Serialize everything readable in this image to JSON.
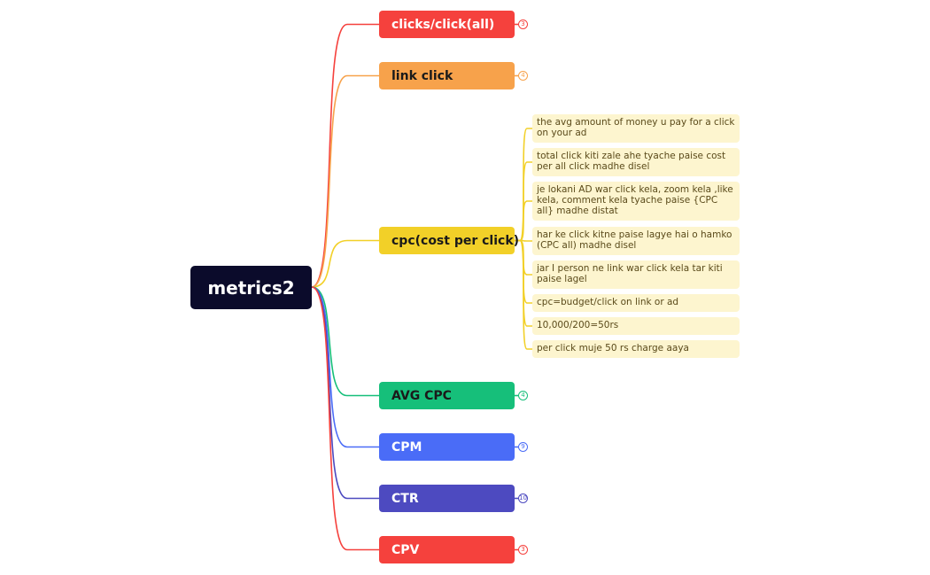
{
  "root": {
    "label": "metrics2"
  },
  "colors": {
    "red": "#f5413d",
    "orange": "#f7a24b",
    "yellow": "#f2d028",
    "green": "#16bf7a",
    "blue": "#4a6cf7",
    "indigo": "#4d4ac0",
    "root_bg": "#0b0b2b",
    "note_bg": "#fdf5cf"
  },
  "branches": [
    {
      "label": "clicks/click(all)",
      "count": "3",
      "color": "#f5413d",
      "text_color": "#ffffff"
    },
    {
      "label": "link click",
      "count": "4",
      "color": "#f7a24b",
      "text_color": "#1a1a1a"
    },
    {
      "label": "cpc(cost per click)",
      "count": "",
      "color": "#f2d028",
      "text_color": "#1a1a1a"
    },
    {
      "label": "AVG CPC",
      "count": "4",
      "color": "#16bf7a",
      "text_color": "#1a1a1a"
    },
    {
      "label": "CPM",
      "count": "9",
      "color": "#4a6cf7",
      "text_color": "#ffffff"
    },
    {
      "label": "CTR",
      "count": "10",
      "color": "#4d4ac0",
      "text_color": "#ffffff"
    },
    {
      "label": "CPV",
      "count": "3",
      "color": "#f5413d",
      "text_color": "#ffffff"
    }
  ],
  "cpc_notes": [
    "the avg amount of money u pay for a click on your ad",
    "total click kiti zale ahe tyache paise cost per all click madhe disel",
    "je lokani AD war click kela, zoom kela ,like kela, comment kela tyache paise {CPC all} madhe distat",
    "har ke click kitne paise lagye hai o hamko (CPC all) madhe disel",
    "jar I person ne link war click kela tar kiti paise lagel",
    "cpc=budget/click on link or ad",
    "10,000/200=50rs",
    "per click muje 50 rs charge aaya"
  ]
}
